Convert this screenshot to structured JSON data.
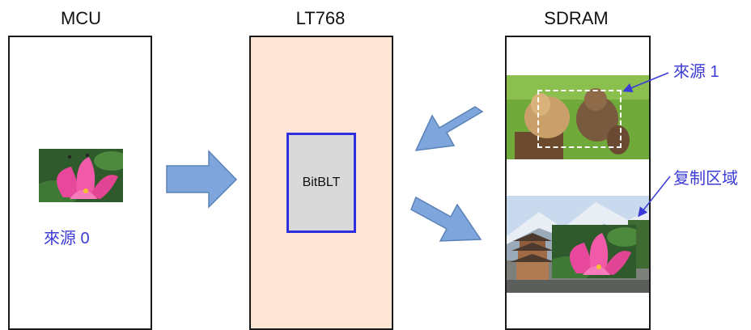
{
  "columns": {
    "mcu": {
      "title": "MCU",
      "caption": "來源 0"
    },
    "lt768": {
      "title": "LT768",
      "core_label": "BitBLT"
    },
    "sdram": {
      "title": "SDRAM",
      "callout_source": "來源 1",
      "callout_copy": "复制区域"
    }
  },
  "images": {
    "mcu_image": "lotus-flower-image",
    "sdram_top_image": "puppies-image",
    "sdram_bottom_image": "pagoda-landscape-image",
    "sdram_copied_image": "lotus-flower-image"
  },
  "colors": {
    "lt768_fill": "#fde5d6",
    "bitblt_border": "#2f2fe0",
    "bitblt_fill": "#d9d9d9",
    "arrow_fill": "#7ea6dc",
    "arrow_stroke": "#5b82b8",
    "callout_text": "#3b3bd6"
  }
}
